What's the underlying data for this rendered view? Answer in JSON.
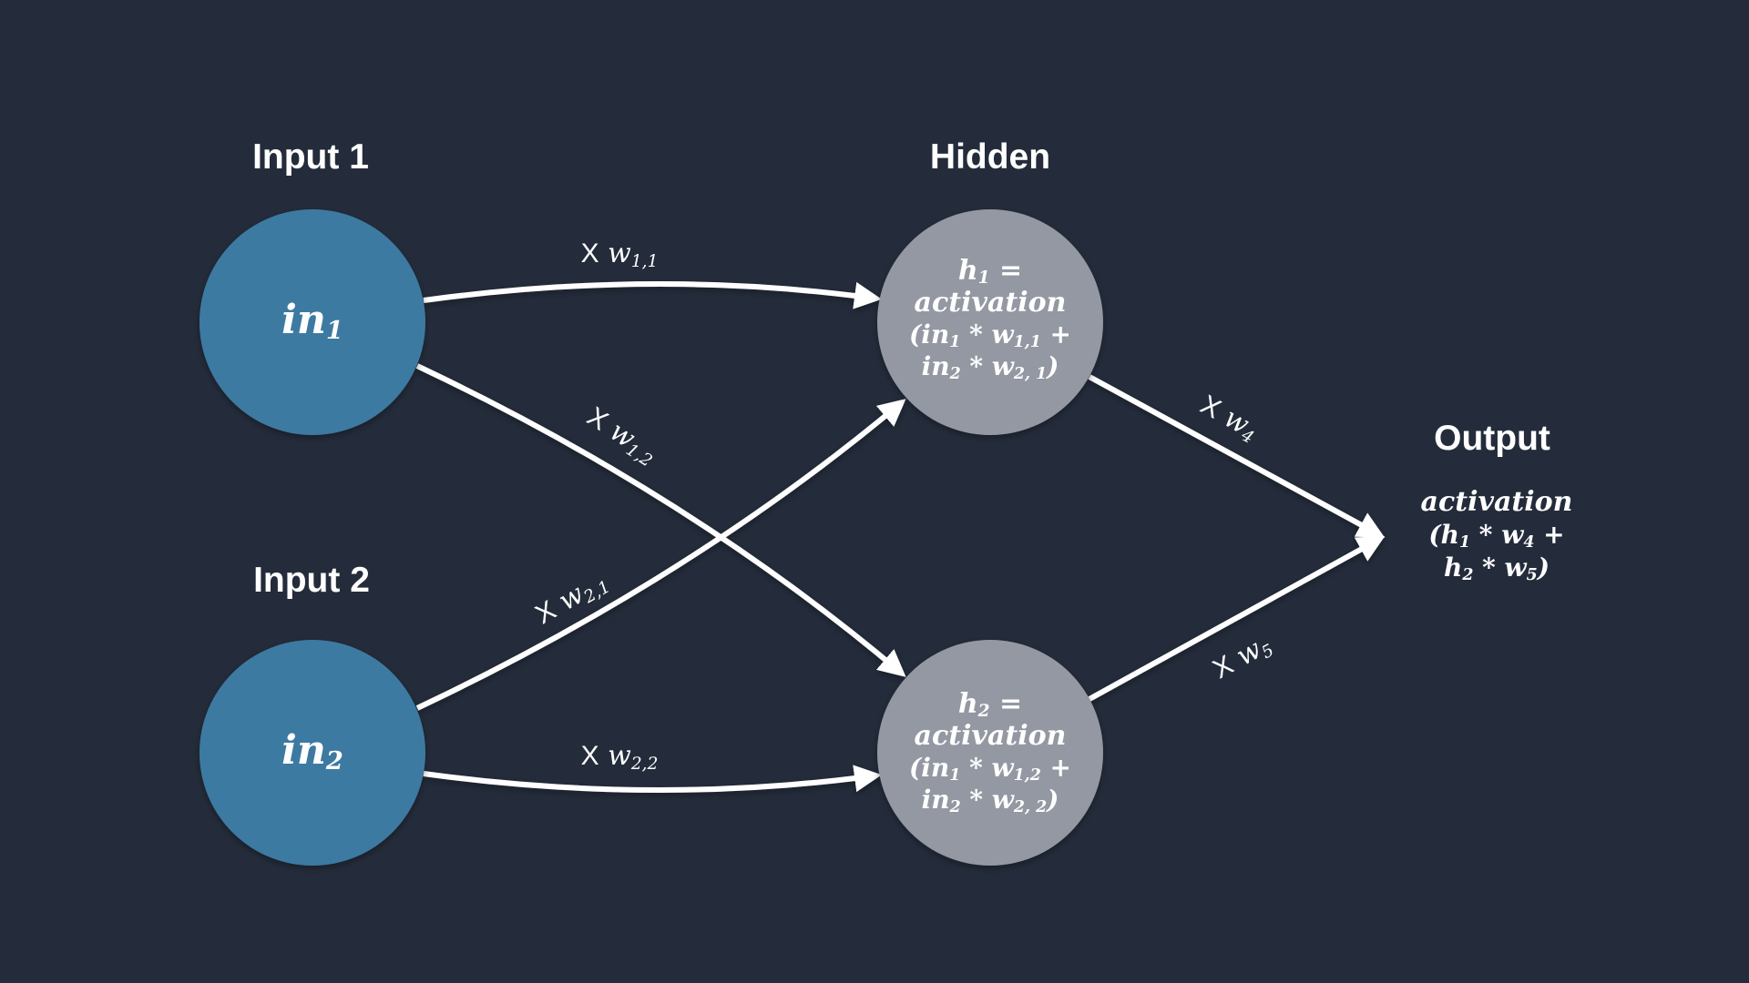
{
  "headings": {
    "input1": "Input 1",
    "input2": "Input 2",
    "hidden": "Hidden",
    "output": "Output"
  },
  "nodes": {
    "in1": {
      "main": "in",
      "sub": "1"
    },
    "in2": {
      "main": "in",
      "sub": "2"
    },
    "h1": {
      "line1_a": "h",
      "line1_sub": "1",
      "line1_b": " =",
      "line2": "activation",
      "line3_a": "(in",
      "line3_sub1": "1",
      "line3_b": " * w",
      "line3_sub2": "1,1",
      "line3_c": " +",
      "line4_a": "in",
      "line4_sub1": "2",
      "line4_b": " * w",
      "line4_sub2": "2, 1",
      "line4_c": ")"
    },
    "h2": {
      "line1_a": "h",
      "line1_sub": "2",
      "line1_b": " =",
      "line2": "activation",
      "line3_a": "(in",
      "line3_sub1": "1",
      "line3_b": " * w",
      "line3_sub2": "1,2",
      "line3_c": " +",
      "line4_a": "in",
      "line4_sub1": "2",
      "line4_b": " * w",
      "line4_sub2": "2, 2",
      "line4_c": ")"
    },
    "output": {
      "line1": "activation",
      "line2_a": "(h",
      "line2_sub1": "1",
      "line2_b": " * w",
      "line2_sub2": "4",
      "line2_c": " +",
      "line3_a": "h",
      "line3_sub1": "2",
      "line3_b": " * w",
      "line3_sub2": "5",
      "line3_c": ")"
    }
  },
  "weights": {
    "w11": {
      "x": "X",
      "w": "w",
      "sub": "1,1"
    },
    "w12": {
      "x": "X",
      "w": "w",
      "sub": "1,2"
    },
    "w21": {
      "x": "X",
      "w": "w",
      "sub": "2,1"
    },
    "w22": {
      "x": "X",
      "w": "w",
      "sub": "2,2"
    },
    "w4": {
      "x": "X",
      "w": "w",
      "sub": "4"
    },
    "w5": {
      "x": "X",
      "w": "w",
      "sub": "5"
    }
  },
  "colors": {
    "background": "#242c3b",
    "input_node": "#3e7aa1",
    "hidden_node": "#9398a2",
    "edge": "#ffffff",
    "text": "#ffffff"
  }
}
